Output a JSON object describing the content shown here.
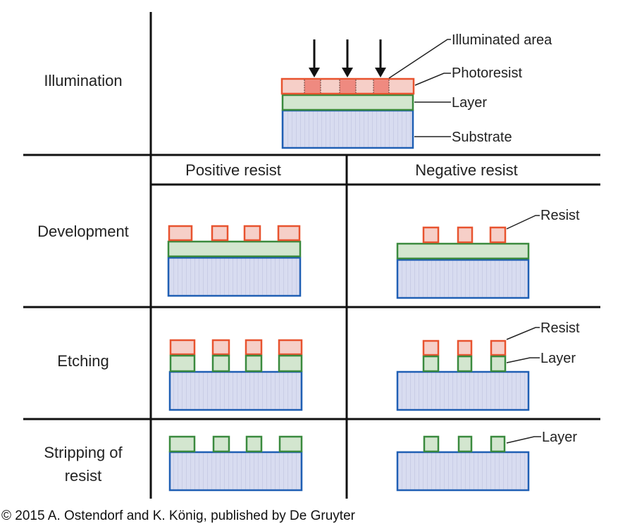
{
  "colors": {
    "resist_fill": "#f6cfc8",
    "resist_illum_fill": "#ef8a80",
    "resist_stroke": "#e8532f",
    "layer_fill": "#d3e6cf",
    "layer_stroke": "#3a8a3e",
    "substrate_fill": "#d8dcf0",
    "substrate_stroke": "#1f5fb4",
    "grid": "#111111"
  },
  "rows": [
    {
      "label": "Illumination"
    },
    {
      "label": "Development"
    },
    {
      "label": "Etching"
    },
    {
      "label": [
        "Stripping of",
        "resist"
      ]
    }
  ],
  "columns": [
    {
      "header": "Positive resist"
    },
    {
      "header": "Negative resist"
    }
  ],
  "illumination_annotations": [
    "Illuminated area",
    "Photoresist",
    "Layer",
    "Substrate"
  ],
  "development_annotations": {
    "negative": [
      "Resist"
    ]
  },
  "etching_annotations": {
    "negative": [
      "Resist",
      "Layer"
    ]
  },
  "stripping_annotations": {
    "negative": [
      "Layer"
    ]
  },
  "footer": "© 2015 A. Ostendorf and K. König, published by De Gruyter"
}
